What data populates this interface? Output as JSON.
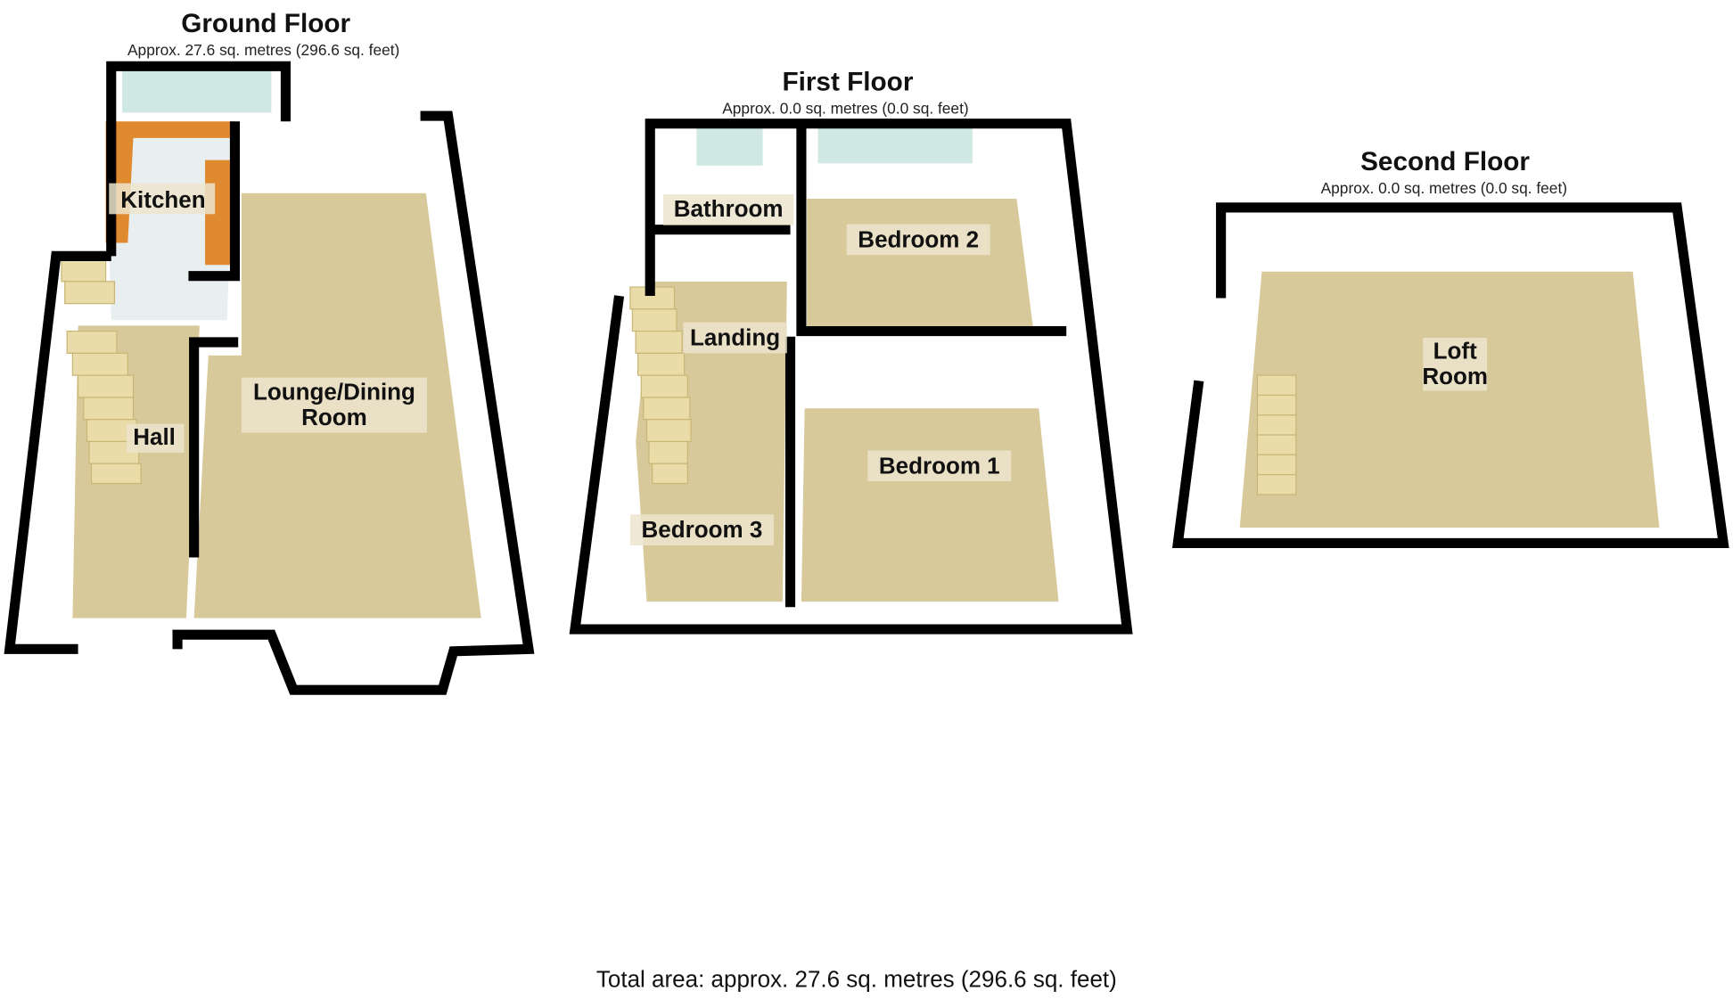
{
  "floors": [
    {
      "title": "Ground Floor",
      "area": "Approx. 27.6 sq. metres (296.6 sq. feet)",
      "rooms": [
        "Kitchen",
        "Lounge/Dining",
        "Room",
        "Hall"
      ]
    },
    {
      "title": "First Floor",
      "area": "Approx. 0.0 sq. metres (0.0 sq. feet)",
      "rooms": [
        "Bathroom",
        "Bedroom 2",
        "Landing",
        "Bedroom 1",
        "Bedroom 3"
      ]
    },
    {
      "title": "Second Floor",
      "area": "Approx. 0.0 sq. metres (0.0 sq. feet)",
      "rooms": [
        "Loft",
        "Room"
      ]
    }
  ],
  "total_area": "Total area: approx. 27.6 sq. metres (296.6 sq. feet)",
  "colors": {
    "floor": "#d8c99a",
    "kitchen_worktop": "#e08a30",
    "wall": "#000000",
    "window": "#cfe8e4"
  }
}
